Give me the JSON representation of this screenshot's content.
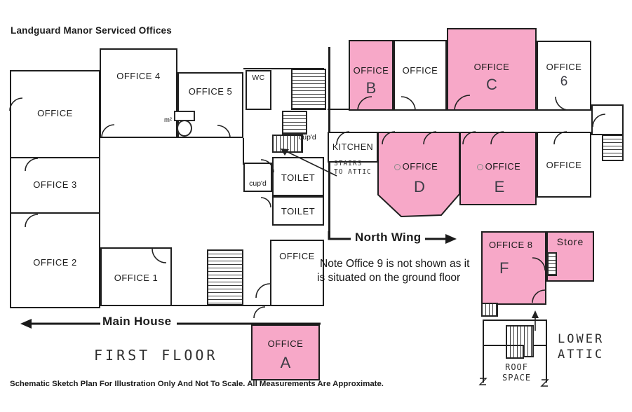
{
  "title": "Landguard Manor Serviced Offices",
  "footer": "Schematic Sketch Plan For Illustration Only And Not To Scale. All Measurements Are Approximate.",
  "labels": {
    "main_house": "Main House",
    "north_wing": "North Wing",
    "first_floor": "FIRST FLOOR",
    "lower_attic_1": "LOWER",
    "lower_attic_2": "ATTIC",
    "roof_space_1": "ROOF",
    "roof_space_2": "SPACE",
    "stairs_attic_1": "STAIRS",
    "stairs_attic_2": "TO ATTIC",
    "note_1": "Note Office 9 is not shown as it",
    "note_2": "is situated on the ground floor",
    "m2": "m²"
  },
  "rooms": {
    "office_top_left": "OFFICE",
    "office_4": "OFFICE 4",
    "office_5": "OFFICE 5",
    "office_3": "OFFICE 3",
    "office_2": "OFFICE 2",
    "office_1": "OFFICE 1",
    "wc": "WC",
    "cupd_small": "cup'd",
    "cupd_room": "cup'd",
    "toilet_1": "TOILET",
    "toilet_2": "TOILET",
    "office_mid": "OFFICE",
    "kitchen": "KITCHEN",
    "office_b_name": "OFFICE",
    "office_b_letter": "B",
    "office_bc": "OFFICE",
    "office_c_name": "OFFICE",
    "office_c_letter": "C",
    "office_6_name": "OFFICE",
    "office_6_letter": "6",
    "office_d_name": "OFFICE",
    "office_d_letter": "D",
    "office_e_name": "OFFICE",
    "office_e_letter": "E",
    "office_ne": "OFFICE",
    "office_8": "OFFICE 8",
    "office_8_letter": "F",
    "store": "Store",
    "office_a_name": "OFFICE",
    "office_a_letter": "A"
  },
  "colors": {
    "highlight_pink": "#F7A8C8",
    "wall": "#1F1F1F"
  }
}
